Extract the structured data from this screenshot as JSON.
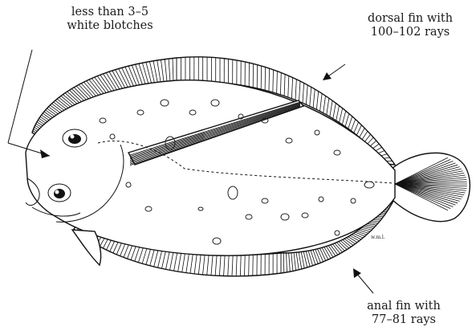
{
  "annotations": {
    "blotches": [
      "less than 3–5",
      "white blotches"
    ],
    "dorsal": [
      "dorsal fin with",
      "100–102 rays"
    ],
    "anal": [
      "anal fin with",
      "77–81 rays"
    ],
    "signature": "w.m.l."
  }
}
